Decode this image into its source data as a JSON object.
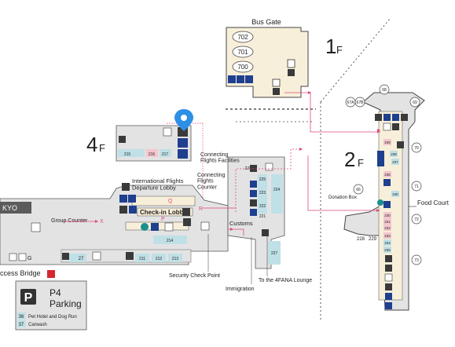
{
  "floors": {
    "f1": "1",
    "f2": "2",
    "f4": "4",
    "suffix": "F"
  },
  "areas": {
    "bus_gate": "Bus Gate",
    "connecting_facilities": "Connecting\nFlights Facilities",
    "connecting_counter": "Connecting\nFlights\nCounter",
    "intl_departure": "International Flights\nDeparture Lobby",
    "checkin_lobby": "Check-in Lobby",
    "group_counter": "Group Counter",
    "customs": "Customs",
    "security": "Security Check Point",
    "immigration": "Immigration",
    "fana_lounge": "To the 4FANA Lounge",
    "donation_box": "Donation Box",
    "food_court": "Food Court",
    "access_bridge": "ccess Bridge",
    "tokyo_sign": "KYO",
    "parking_code": "P4",
    "parking_label": "Parking"
  },
  "counters": {
    "group_x": "X",
    "counter_q": "Q",
    "counter_r": "R",
    "counter_p": "P"
  },
  "gates_1f": [
    "702",
    "701",
    "700"
  ],
  "gates_2f_circles": [
    "67A",
    "67B",
    "68",
    "69",
    "70",
    "71",
    "72",
    "73",
    "66"
  ],
  "gates_2f_numbers": [
    "239",
    "238",
    "237",
    "236",
    "232",
    "231",
    "230",
    "233",
    "234",
    "235",
    "240",
    "228",
    "229"
  ],
  "gates_4f": [
    "215",
    "216",
    "217"
  ],
  "gates_connecting": [
    "226",
    "225",
    "224",
    "223",
    "222",
    "221",
    "227"
  ],
  "gates_bottom": [
    "27",
    "211",
    "212",
    "213",
    "214"
  ],
  "parking_items": [
    {
      "num": "36",
      "label": "Pet Hotel and Dog Run"
    },
    {
      "num": "37",
      "label": "Carwash"
    }
  ],
  "misc": {
    "g_label": "G"
  },
  "colors": {
    "accent_blue": "#1f3f8f",
    "gate_teal": "#bfe0e6",
    "gate_pink": "#f4c6cf",
    "floor_gray": "#e3e3e3",
    "beige": "#f7efd9",
    "route_pink": "#e0477a",
    "pin_blue": "#2d8fe6",
    "sign_gray": "#5b5b5b"
  }
}
